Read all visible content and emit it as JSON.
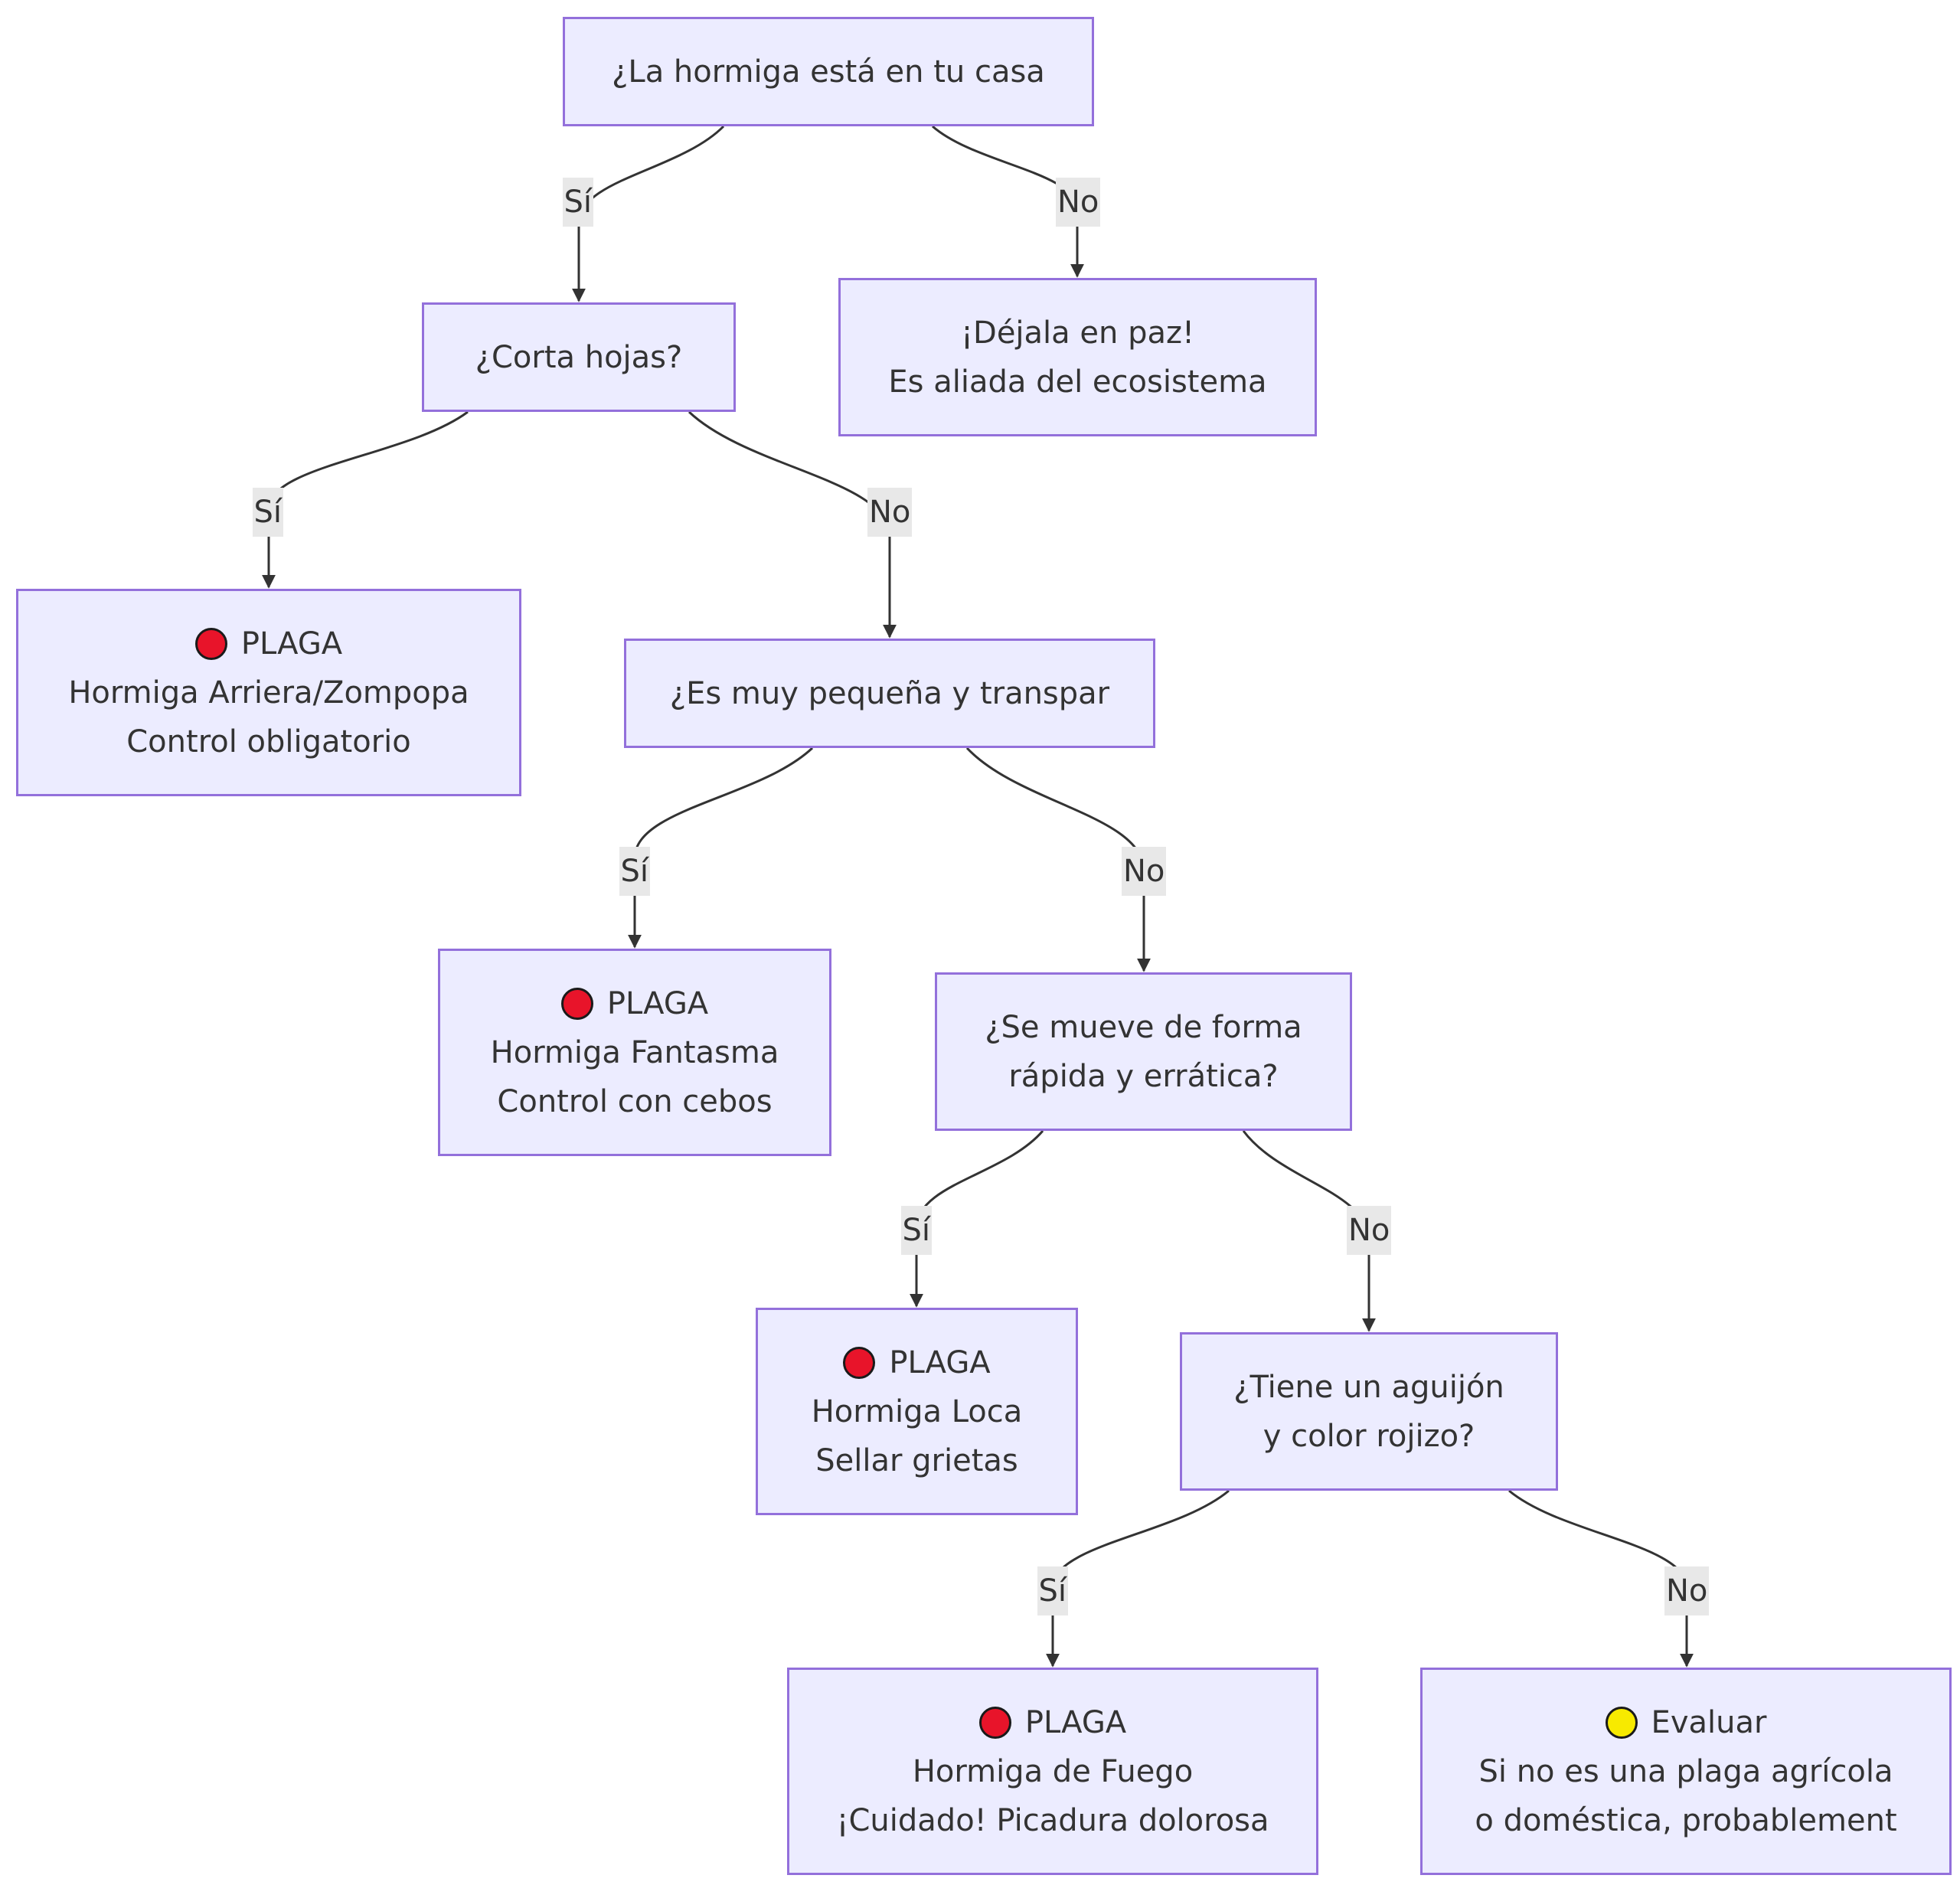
{
  "colors": {
    "node_fill": "#ececff",
    "node_border": "#9370db",
    "edge": "#333333",
    "label_bg": "#e8e8e8",
    "plaga_dot": "#e8142a",
    "evaluar_dot": "#f7ea00"
  },
  "nodes": {
    "q1": {
      "lines": [
        "¿La hormiga está en tu casa"
      ]
    },
    "leave": {
      "lines": [
        "¡Déjala en paz!",
        "Es aliada del ecosistema"
      ]
    },
    "q2": {
      "lines": [
        "¿Corta hojas?"
      ]
    },
    "arriera": {
      "tag": "PLAGA",
      "dot_icon": "red-circle-icon",
      "lines": [
        "Hormiga Arriera/Zompopa",
        "Control obligatorio"
      ]
    },
    "q3": {
      "lines": [
        "¿Es muy pequeña y transpar"
      ]
    },
    "fantasma": {
      "tag": "PLAGA",
      "dot_icon": "red-circle-icon",
      "lines": [
        "Hormiga Fantasma",
        "Control con cebos"
      ]
    },
    "q4": {
      "lines": [
        "¿Se mueve de forma",
        "rápida y errática?"
      ]
    },
    "loca": {
      "tag": "PLAGA",
      "dot_icon": "red-circle-icon",
      "lines": [
        "Hormiga Loca",
        "Sellar grietas"
      ]
    },
    "q5": {
      "lines": [
        "¿Tiene un aguijón",
        "y color rojizo?"
      ]
    },
    "fuego": {
      "tag": "PLAGA",
      "dot_icon": "red-circle-icon",
      "lines": [
        "Hormiga de Fuego",
        "¡Cuidado! Picadura dolorosa"
      ]
    },
    "evaluar": {
      "tag": "Evaluar",
      "dot_icon": "yellow-circle-icon",
      "lines": [
        "Si no es una plaga agrícola",
        "o doméstica, probablement"
      ]
    }
  },
  "edges": [
    {
      "from": "q1",
      "to": "q2",
      "label": "Sí"
    },
    {
      "from": "q1",
      "to": "leave",
      "label": "No"
    },
    {
      "from": "q2",
      "to": "arriera",
      "label": "Sí"
    },
    {
      "from": "q2",
      "to": "q3",
      "label": "No"
    },
    {
      "from": "q3",
      "to": "fantasma",
      "label": "Sí"
    },
    {
      "from": "q3",
      "to": "q4",
      "label": "No"
    },
    {
      "from": "q4",
      "to": "loca",
      "label": "Sí"
    },
    {
      "from": "q4",
      "to": "q5",
      "label": "No"
    },
    {
      "from": "q5",
      "to": "fuego",
      "label": "Sí"
    },
    {
      "from": "q5",
      "to": "evaluar",
      "label": "No"
    }
  ]
}
